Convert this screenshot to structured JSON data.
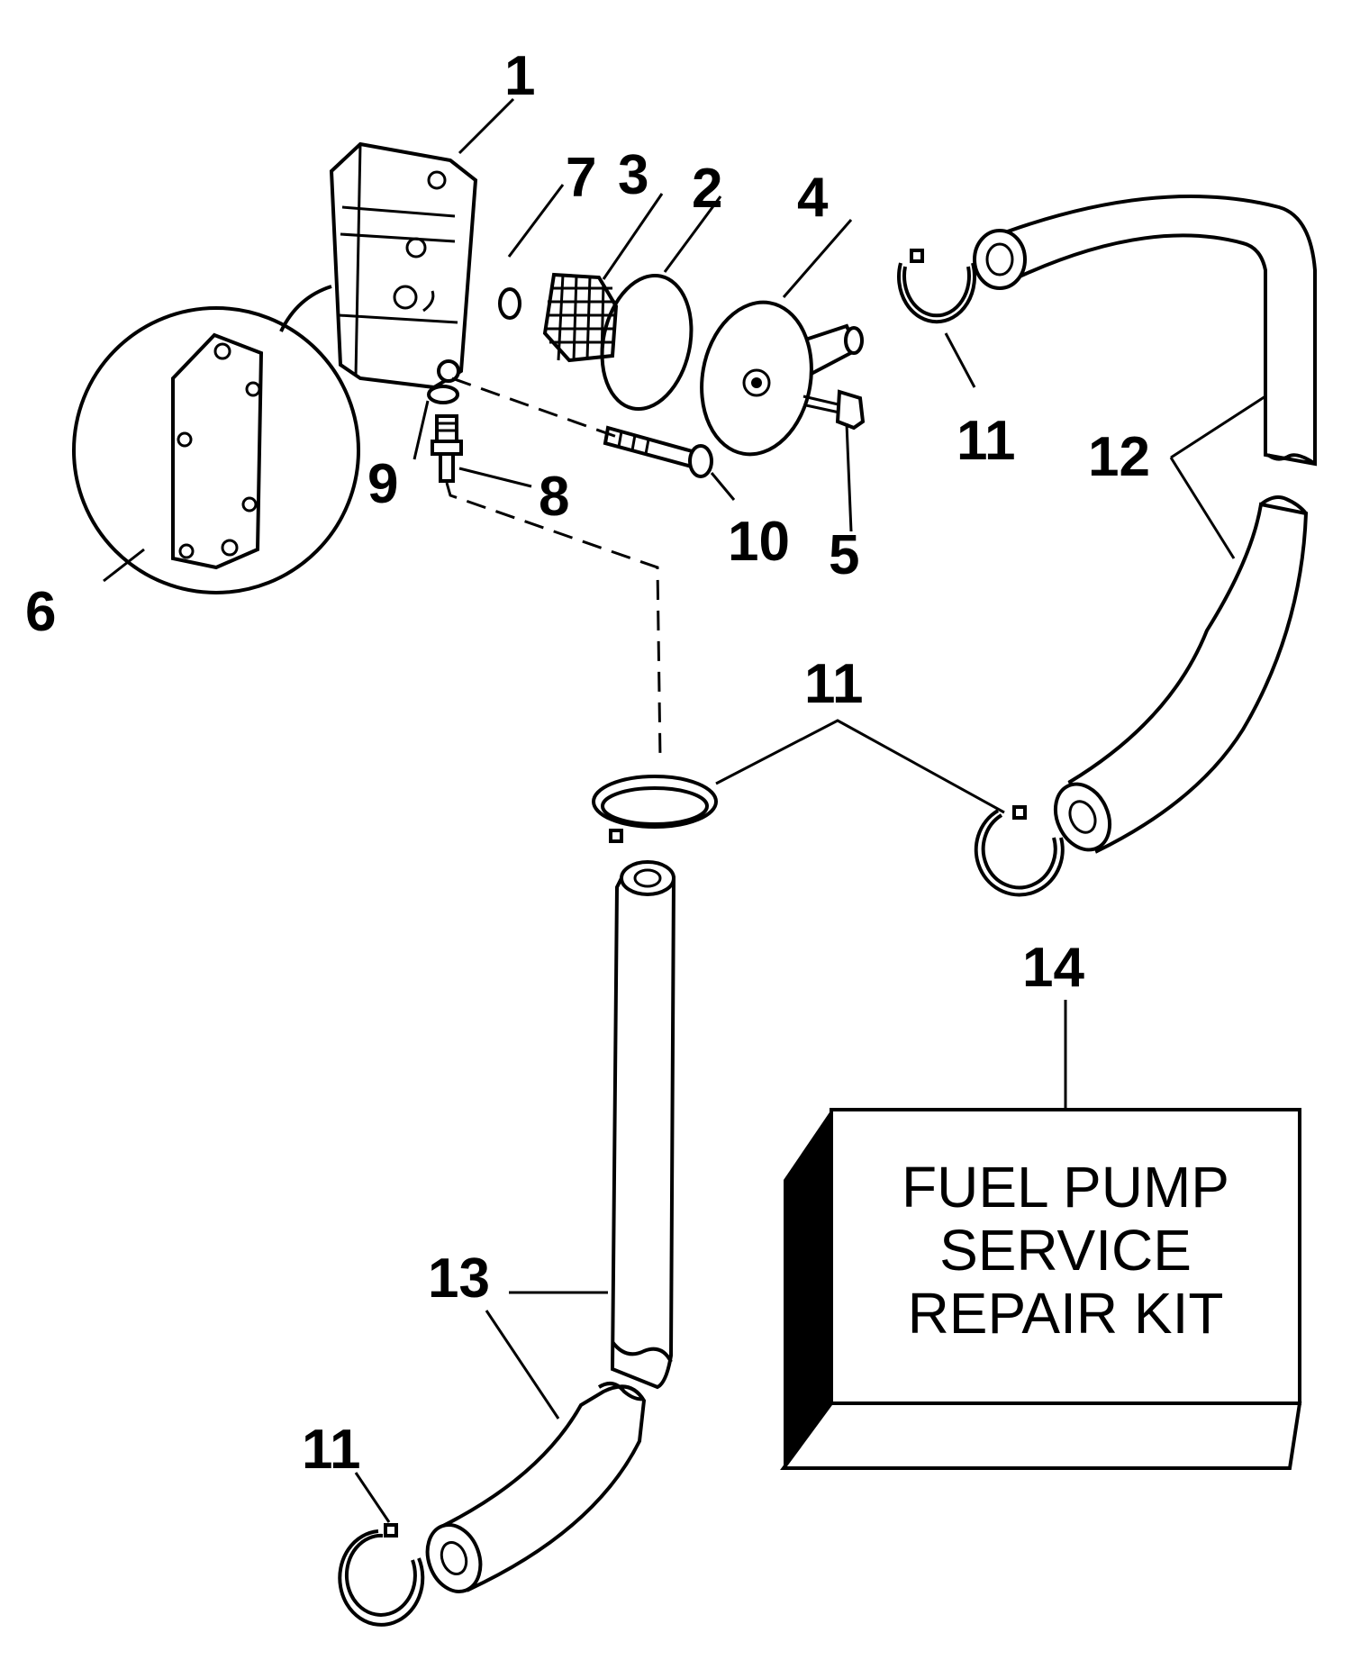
{
  "callouts": {
    "c1": "1",
    "c2": "2",
    "c3": "3",
    "c4": "4",
    "c5": "5",
    "c6": "6",
    "c7": "7",
    "c8": "8",
    "c9": "9",
    "c10": "10",
    "c11_top": "11",
    "c11_mid": "11",
    "c11_bottom": "11",
    "c12": "12",
    "c13": "13",
    "c14": "14"
  },
  "kit_box": {
    "line1": "FUEL PUMP",
    "line2": "SERVICE",
    "line3": "REPAIR KIT"
  }
}
